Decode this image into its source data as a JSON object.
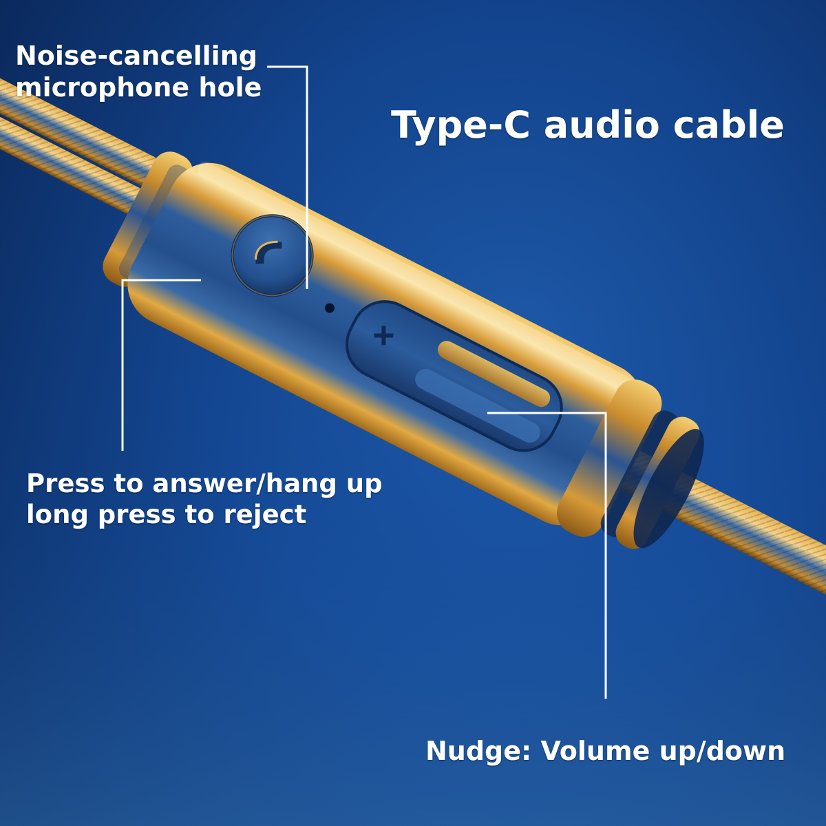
{
  "title": "Type-C audio cable",
  "callouts": {
    "microphone": {
      "line1": "Noise-cancelling",
      "line2": "microphone hole"
    },
    "answer_button": {
      "line1": "Press to answer/hang up",
      "line2": "long press to reject"
    },
    "volume_rocker": {
      "text": "Nudge: Volume up/down"
    }
  },
  "colors": {
    "background_dark": "#0a2350",
    "background_mid": "#12418a",
    "background_light": "#2a6fb8",
    "gold": "#e7b34a",
    "gold_light": "#f7dc8e",
    "steel_blue": "#2d5f9e",
    "leader_line": "#ffffff",
    "text": "#ffffff"
  },
  "icons": {
    "call_button": "phone-handset-icon",
    "volume_up": "plus-icon"
  }
}
